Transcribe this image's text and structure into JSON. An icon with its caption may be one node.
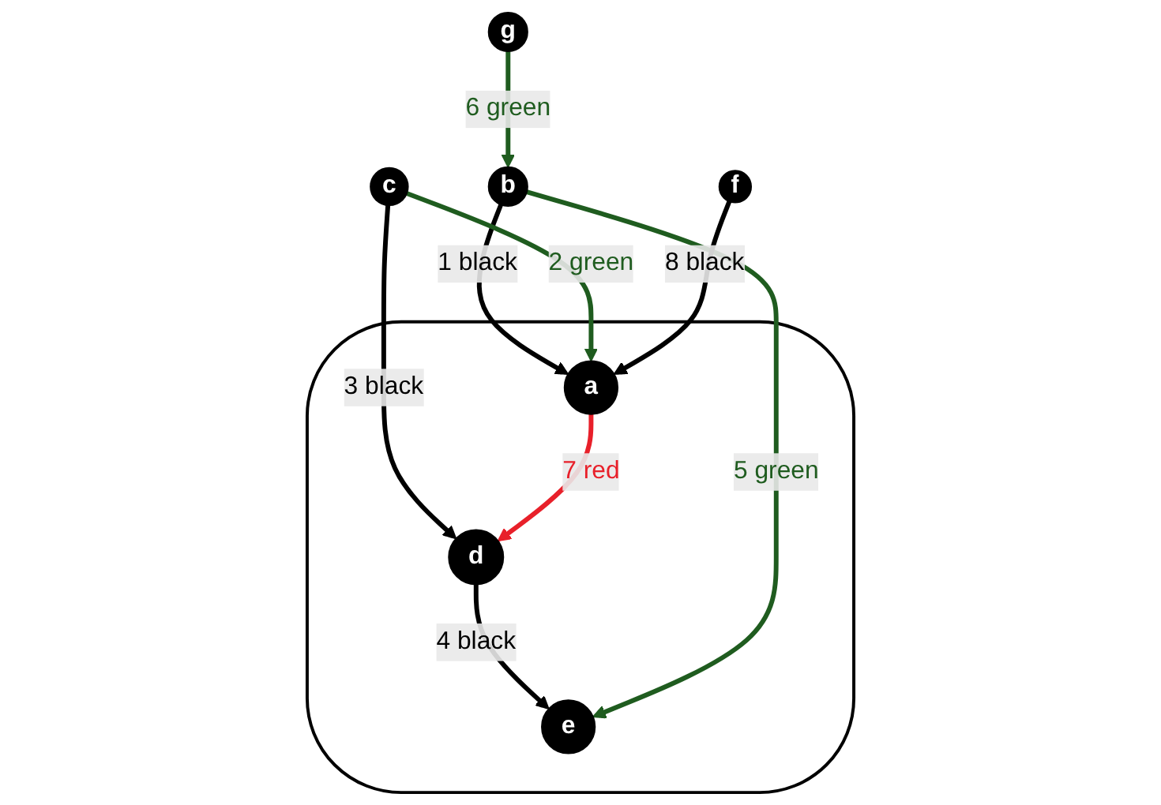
{
  "diagram": {
    "nodes": [
      {
        "text": [],
        "shape": "blob"
      },
      {
        "text": [
          "g"
        ]
      },
      {
        "text": [
          "a"
        ],
        "in": 0
      },
      {
        "text": [
          "f"
        ]
      },
      {
        "text": [
          "b"
        ]
      },
      {
        "text": [
          "c"
        ]
      },
      {
        "text": [
          "d"
        ],
        "in": 0
      },
      {
        "text": [
          "e"
        ],
        "in": 0
      }
    ],
    "edges": [
      {
        "from": 4,
        "to": 2,
        "arrow": "to",
        "label": "1 black"
      },
      {
        "from": 5,
        "to": 2,
        "arrow": "to",
        "label": "2 green",
        "color": "#1f5c1f"
      },
      {
        "from": 5,
        "to": 6,
        "arrow": "to",
        "label": "3 black"
      },
      {
        "from": 6,
        "to": 7,
        "arrow": "to",
        "label": "4 black"
      },
      {
        "from": 4,
        "to": 7,
        "arrow": "to",
        "label": "5 green",
        "color": "#1f5c1f"
      },
      {
        "from": 1,
        "to": 4,
        "arrow": "to",
        "label": "6 green",
        "color": "#1f5c1f"
      },
      {
        "from": 2,
        "to": 6,
        "arrow": "to",
        "label": "7 red",
        "color": "#e8202a"
      },
      {
        "from": 3,
        "to": 2,
        "arrow": "to",
        "label": "8 black"
      }
    ]
  }
}
